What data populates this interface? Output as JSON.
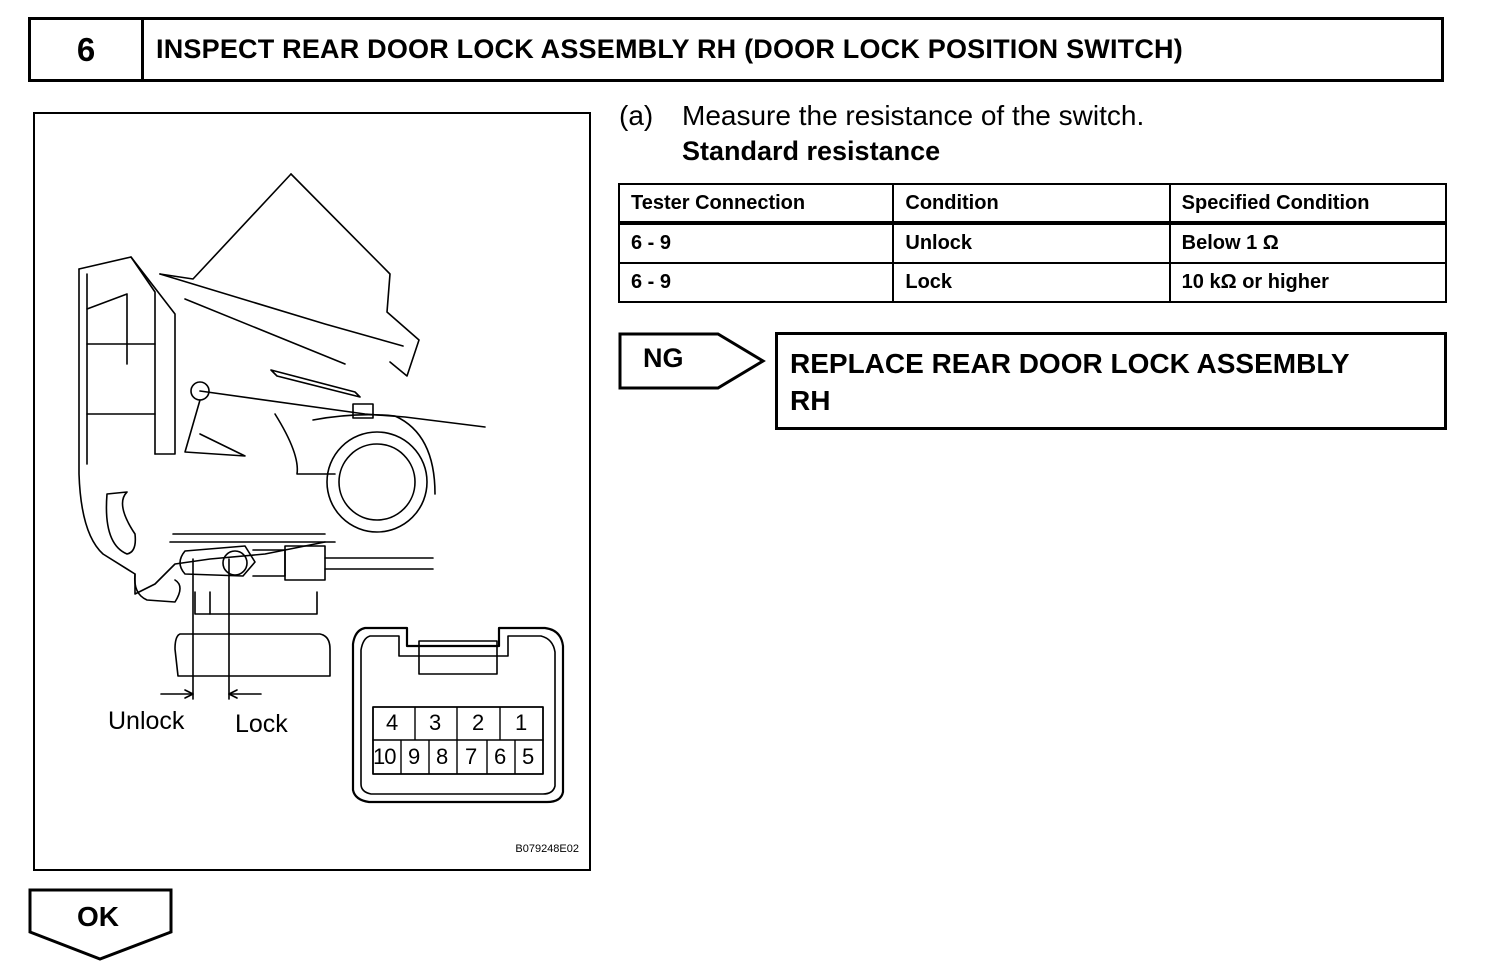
{
  "header": {
    "step_number": "6",
    "title": "INSPECT REAR DOOR LOCK ASSEMBLY RH (DOOR LOCK POSITION SWITCH)"
  },
  "figure": {
    "unlock_label": "Unlock",
    "lock_label": "Lock",
    "code": "B079248E02",
    "connector_top_pins": [
      "4",
      "3",
      "2",
      "1"
    ],
    "connector_bottom_pins": [
      "10",
      "9",
      "8",
      "7",
      "6",
      "5"
    ]
  },
  "step_a": {
    "marker": "(a)",
    "text": "Measure the resistance of the switch.",
    "standard": "Standard resistance"
  },
  "table": {
    "headers": [
      "Tester Connection",
      "Condition",
      "Specified Condition"
    ],
    "rows": [
      [
        "6 - 9",
        "Unlock",
        "Below 1 Ω"
      ],
      [
        "6 - 9",
        "Lock",
        "10 kΩ or higher"
      ]
    ]
  },
  "ng": {
    "label": "NG",
    "action_line1": "REPLACE REAR DOOR LOCK ASSEMBLY",
    "action_line2": "RH"
  },
  "ok": {
    "label": "OK"
  }
}
